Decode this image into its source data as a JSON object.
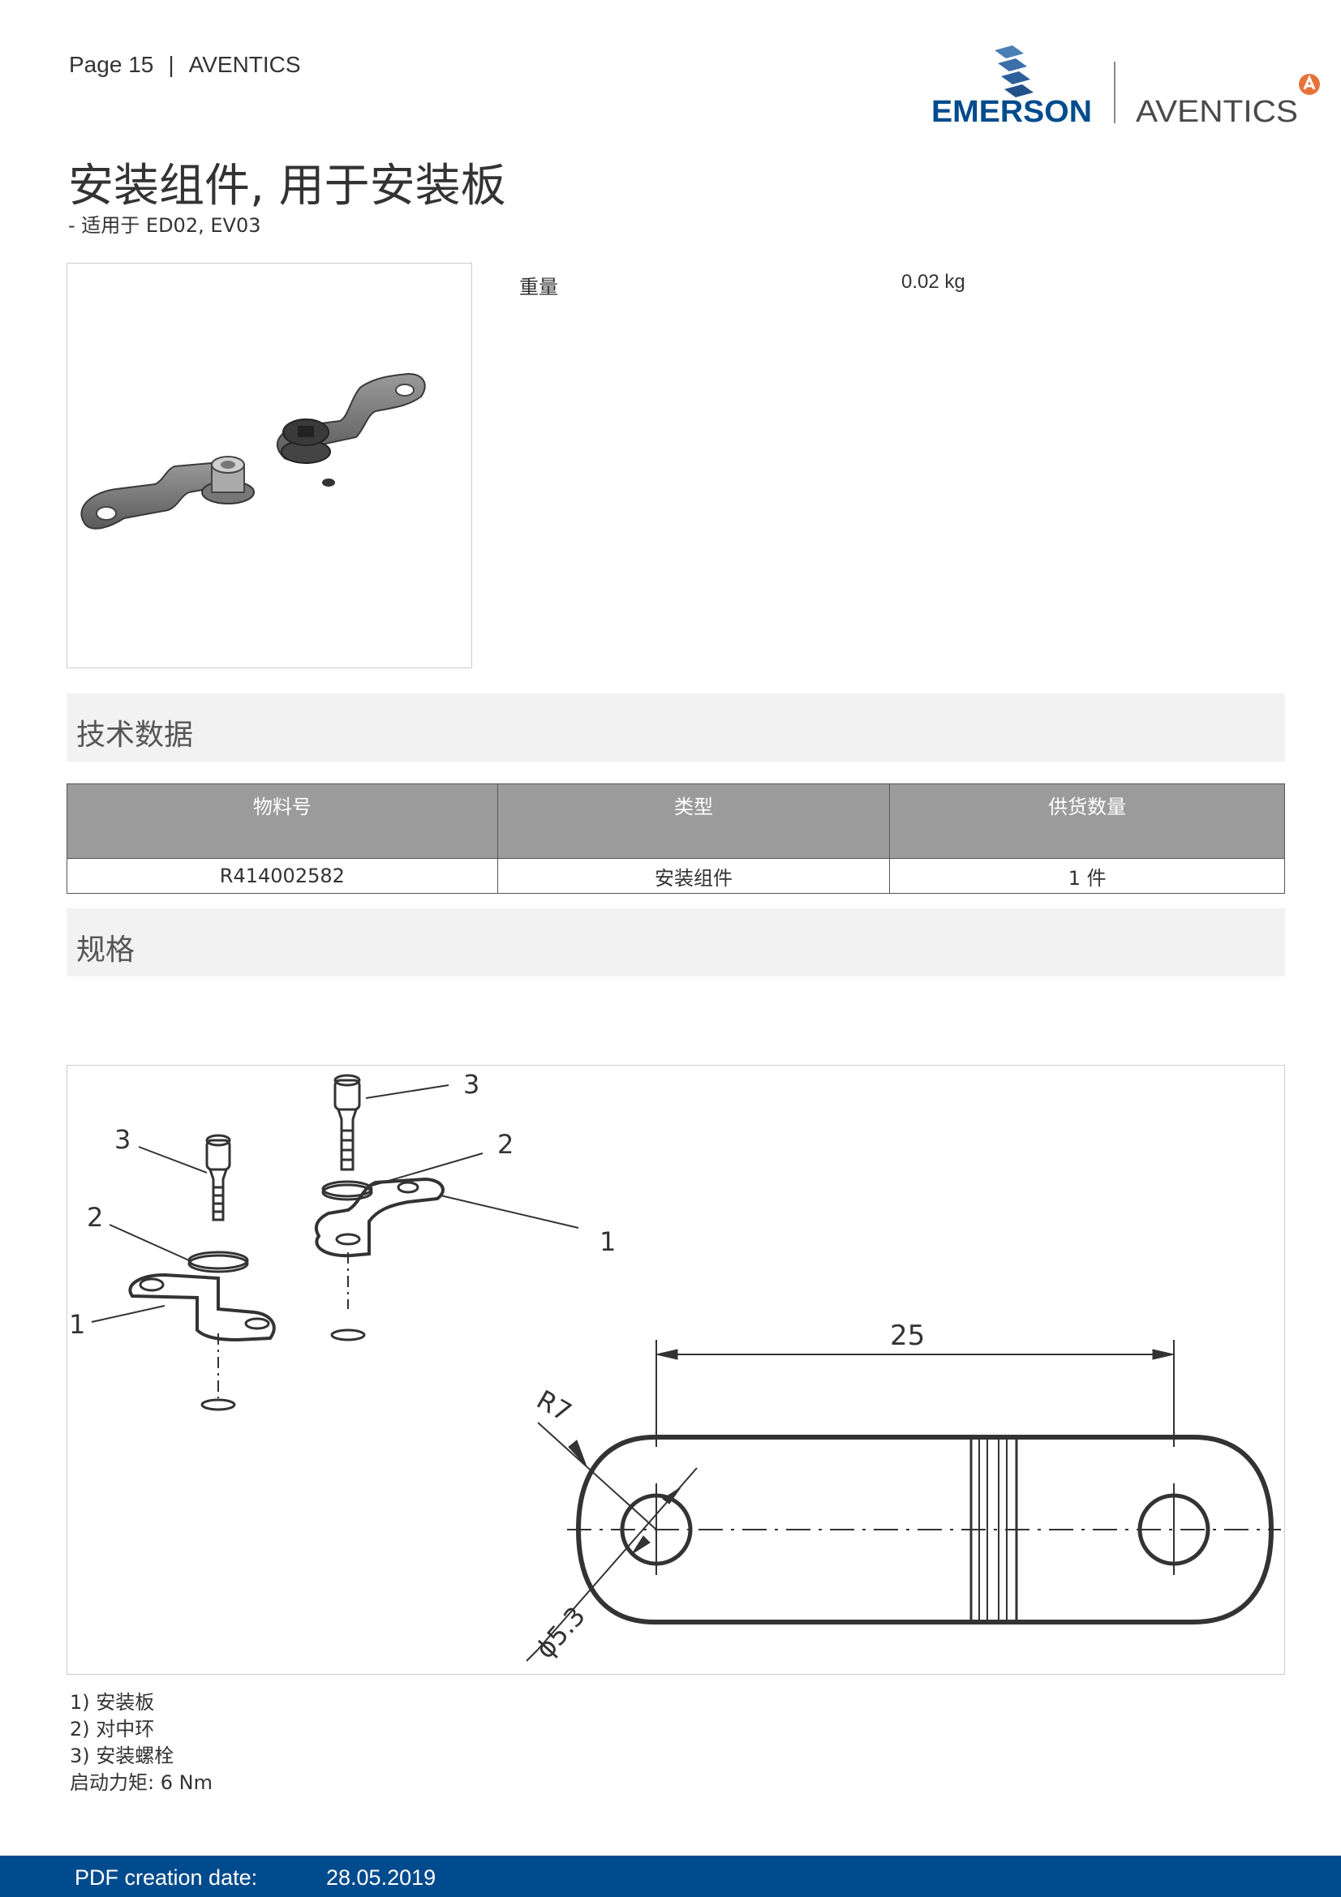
{
  "header": {
    "page_label": "Page",
    "page_number": "15",
    "separator": "|",
    "brand": "AVENTICS"
  },
  "logo": {
    "left_text": "EMERSON",
    "right_text": "AVENTICS",
    "colors": {
      "emerson_blue": "#004b8d",
      "aventics_gray": "#4a4a4a",
      "aventics_orange": "#e8733a"
    }
  },
  "title": "安装组件, 用于安装板",
  "subtitle": "- 适用于 ED02, EV03",
  "properties": [
    {
      "name": "重量",
      "value": "0.02 kg"
    }
  ],
  "sections": {
    "tech_data": "技术数据",
    "spec": "规格"
  },
  "table": {
    "headers": [
      "物料号",
      "类型",
      "供货数量"
    ],
    "rows": [
      [
        "R414002582",
        "安装组件",
        "1 件"
      ]
    ]
  },
  "drawing": {
    "callouts": [
      "3",
      "2",
      "1",
      "3",
      "2",
      "1"
    ],
    "dimensions": {
      "length": "25",
      "radius": "R7",
      "diameter": "ϕ5.3"
    }
  },
  "notes": [
    "1) 安装板",
    "2) 对中环",
    "3) 安装螺栓",
    "启动力矩: 6 Nm"
  ],
  "footer": {
    "label": "PDF creation date:",
    "date": "28.05.2019"
  },
  "colors": {
    "footer_bg": "#004b8d",
    "table_header_bg": "#9b9b9b",
    "section_bg": "#f2f2f2"
  }
}
